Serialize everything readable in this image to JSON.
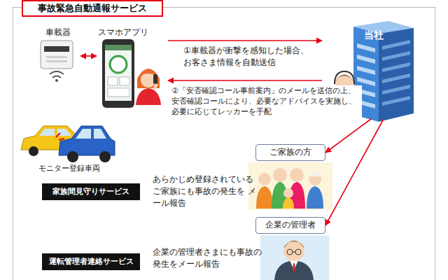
{
  "diagram": {
    "title": "事故緊急自動通報サービス",
    "nodes": [
      {
        "text": [
          "車載器"
        ]
      },
      {
        "text": [
          "スマホアプリ"
        ]
      },
      {
        "text": [
          "当社"
        ]
      },
      {
        "text": [
          "モニター登録車両"
        ]
      },
      {
        "text": [
          "ご家族の方"
        ]
      },
      {
        "text": [
          "家族間見守りサービス"
        ]
      },
      {
        "text": [
          "企業の管理者"
        ]
      },
      {
        "text": [
          "運転管理者連絡サービス"
        ]
      }
    ],
    "edges": [
      {
        "from": 0,
        "to": 1,
        "arrow": "both"
      },
      {
        "from": 1,
        "to": 2,
        "arrow": "to",
        "label": "①車載器が衝撃を感知した場合、 お客さま情報を自動送信"
      },
      {
        "from": 2,
        "to": 1,
        "arrow": "to",
        "label": "②「安否確認コール事前案内」のメールを送信の上、 安否確認コールにより、必要なアドバイスを実施し、 必要に応じてレッカーを手配"
      },
      {
        "from": 2,
        "to": 4,
        "arrow": "to"
      },
      {
        "from": 2,
        "to": 6,
        "arrow": "to"
      }
    ],
    "labels": [
      "あらかじめ登録されている ご家族にも事故の発生を メール報告",
      "企業の管理者さまにも事故の 発生をメール報告"
    ]
  }
}
